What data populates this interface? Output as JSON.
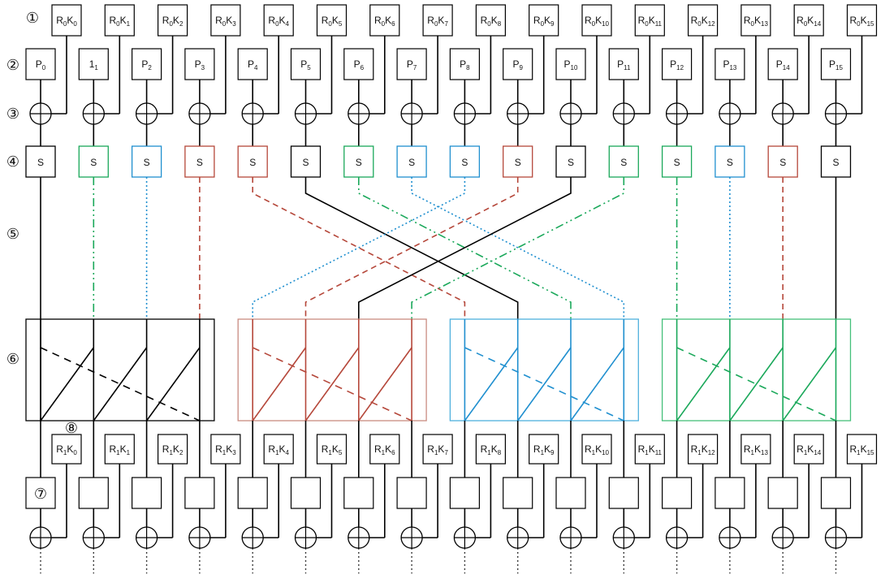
{
  "diagram": {
    "row_markers": [
      "①",
      "②",
      "③",
      "④",
      "⑤",
      "⑥",
      "⑦",
      "⑧"
    ],
    "round_keys_0": [
      "R0K0",
      "R0K1",
      "R0K2",
      "R0K3",
      "R0K4",
      "R0K5",
      "R0K6",
      "R0K7",
      "R0K8",
      "R0K9",
      "R0K10",
      "R0K11",
      "R0K12",
      "R0K13",
      "R0K14",
      "R0K15"
    ],
    "plaintext": [
      "P0",
      "11",
      "P2",
      "P3",
      "P4",
      "P5",
      "P6",
      "P7",
      "P8",
      "P9",
      "P10",
      "P11",
      "P12",
      "P13",
      "P14",
      "P15"
    ],
    "sbox_label": "S",
    "round_keys_1": [
      "R1K0",
      "R1K1",
      "R1K2",
      "R1K3",
      "R1K4",
      "R1K5",
      "R1K6",
      "R1K7",
      "R1K8",
      "R1K9",
      "R1K10",
      "R1K11",
      "R1K12",
      "R1K13",
      "R1K14",
      "R1K15"
    ],
    "colors": {
      "black": "#000000",
      "red": "#b5473a",
      "blue": "#1f8fcf",
      "green": "#1aa85a",
      "red_box": "#c98b80",
      "blue_box": "#4fb0dd",
      "green_box": "#44c07a"
    },
    "sbox_colors": [
      "black",
      "green",
      "blue",
      "red",
      "red",
      "black",
      "green",
      "blue",
      "blue",
      "red",
      "black",
      "green",
      "green",
      "blue",
      "red",
      "black"
    ],
    "permutation": [
      0,
      1,
      2,
      3,
      8,
      9,
      10,
      11,
      4,
      5,
      6,
      7,
      12,
      13,
      14,
      15
    ],
    "group_colors": [
      "black",
      "red",
      "blue",
      "green"
    ]
  }
}
